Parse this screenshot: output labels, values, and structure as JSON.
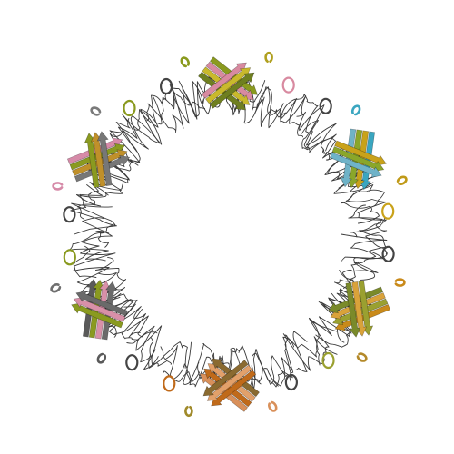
{
  "image": {
    "background": "#ffffff",
    "subject": "protein-complex-ribbon",
    "symmetry": 6,
    "loop_color": "#3a3a3a"
  },
  "subunits": [
    {
      "id": "top",
      "colors": [
        "#8a9a1e",
        "#d88aa0",
        "#c9b92c",
        "#6f7f20"
      ],
      "helix": "#b0a020"
    },
    {
      "id": "upper-right",
      "colors": [
        "#3aa6c0",
        "#c9a21a",
        "#8aa62a",
        "#6fb3c8"
      ],
      "helix": "#c09a18"
    },
    {
      "id": "lower-right",
      "colors": [
        "#c98a1a",
        "#9aa030",
        "#d9a23a",
        "#7a8a2a"
      ],
      "helix": "#b48a2a"
    },
    {
      "id": "bottom",
      "colors": [
        "#d9905a",
        "#c06a1a",
        "#e2a06a",
        "#8a6a30"
      ],
      "helix": "#a08a2a"
    },
    {
      "id": "lower-left",
      "colors": [
        "#5a5a5a",
        "#8a9a20",
        "#d890a8",
        "#6a6a6a"
      ],
      "helix": "#6f6f6f"
    },
    {
      "id": "upper-left",
      "colors": [
        "#d68aa8",
        "#8a9a20",
        "#c0902a",
        "#777777"
      ],
      "helix": "#7a7a7a"
    }
  ]
}
